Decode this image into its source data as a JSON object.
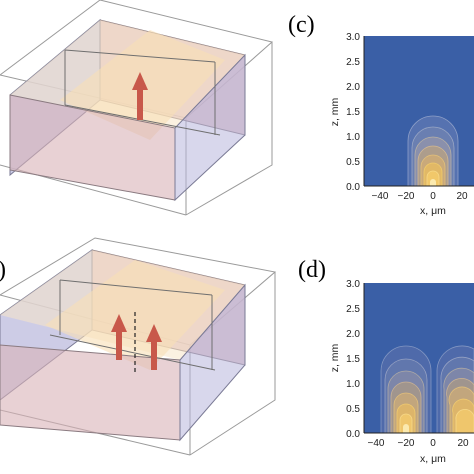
{
  "panels": {
    "top_left": {
      "label": ""
    },
    "bottom_left": {
      "label": ")"
    },
    "top_right": {
      "label": "(c)"
    },
    "bottom_right": {
      "label": "(d)"
    }
  },
  "plots": {
    "c": {
      "ylabel": "z, mm",
      "xlabel": "x, μm",
      "y_ticks": [
        "3.0",
        "2.5",
        "2.0",
        "1.5",
        "1.0",
        "0.5",
        "0.0"
      ],
      "x_ticks": [
        "−40",
        "−20",
        "0",
        "20"
      ]
    },
    "d": {
      "ylabel": "z, mm",
      "xlabel": "x, μm",
      "y_ticks": [
        "3.0",
        "2.5",
        "2.0",
        "1.5",
        "1.0",
        "0.5",
        "0.0"
      ],
      "x_ticks": [
        "−40",
        "−20",
        "0",
        "20"
      ]
    }
  },
  "colors": {
    "plot_background": "#3a5fa6",
    "slab_top": "#f7e6c8",
    "slab_side_pink": "#d9b3b8",
    "slab_side_blue": "#b8b6dc",
    "arrow": "#c8584a",
    "contour_peak": "#f3c861"
  }
}
